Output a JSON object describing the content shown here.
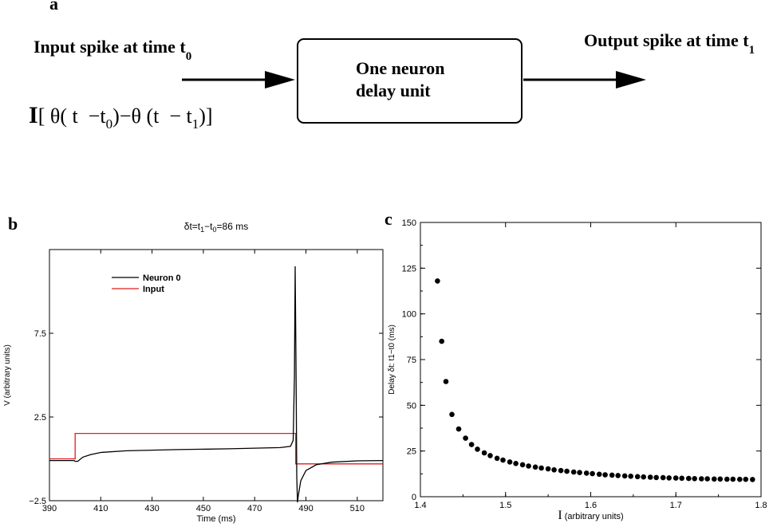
{
  "panel_a": {
    "letter": "a",
    "input_label": "Input spike at time t",
    "input_sub": "0",
    "output_label": "Output spike at time t",
    "output_sub": "1",
    "box_line1": "One neuron",
    "box_line2": "delay unit",
    "formula": {
      "I": "I",
      "open": "[",
      "theta": "θ",
      "p1": "(",
      "t": "t",
      "minus": "−",
      "t0": "t",
      "sub0": "0",
      "p2": ")",
      "mid": "−θ",
      "p3": "(t",
      "minus2": "−",
      "t1": "t",
      "sub1": "1",
      "close": ")]"
    }
  },
  "chart_data": [
    {
      "panel": "b",
      "type": "line",
      "title": "δt=t1−t0=86 ms",
      "xlabel": "Time (ms)",
      "ylabel": "V  (arbitrary units)",
      "xlim": [
        390,
        520
      ],
      "ylim": [
        -2.5,
        12.5
      ],
      "xticks": [
        390,
        410,
        430,
        450,
        470,
        490,
        510
      ],
      "yticks": [
        -2.5,
        2.5,
        7.5
      ],
      "ytick_labels": [
        "−2.5",
        "2.5",
        "7.5"
      ],
      "legend": [
        "Neuron 0",
        "Input"
      ],
      "legend_position": "top-left",
      "series": [
        {
          "name": "Neuron 0",
          "color": "#000000",
          "x": [
            390,
            399.6,
            400,
            401,
            403,
            406,
            410,
            420,
            440,
            460,
            480,
            484,
            485,
            485.5,
            485.8,
            486.1,
            486.4,
            486.7,
            487,
            488,
            490,
            494,
            500,
            510,
            520
          ],
          "y": [
            -0.1,
            -0.1,
            -0.15,
            -0.15,
            0.1,
            0.25,
            0.38,
            0.48,
            0.55,
            0.6,
            0.67,
            0.75,
            1.1,
            5.0,
            11.5,
            6.0,
            -1.0,
            -2.6,
            -2.2,
            -1.3,
            -0.7,
            -0.35,
            -0.2,
            -0.12,
            -0.1
          ]
        },
        {
          "name": "Input",
          "color": "#e21d1d",
          "x": [
            390,
            400,
            400,
            486,
            486,
            520
          ],
          "y": [
            0,
            0,
            1.52,
            1.52,
            -0.3,
            -0.3
          ]
        }
      ]
    },
    {
      "panel": "c",
      "type": "scatter",
      "title": "",
      "xlabel": "I  (arbitrary units)",
      "ylabel": "Delay  δt: t1−t0 (ms)",
      "xlim": [
        1.4,
        1.8
      ],
      "ylim": [
        0,
        150
      ],
      "xticks": [
        1.4,
        1.5,
        1.6,
        1.7,
        1.8
      ],
      "yticks": [
        0,
        25,
        50,
        75,
        100,
        125,
        150
      ],
      "x": [
        1.42,
        1.425,
        1.43,
        1.437,
        1.445,
        1.453,
        1.46,
        1.467,
        1.475,
        1.482,
        1.49,
        1.497,
        1.505,
        1.512,
        1.52,
        1.527,
        1.535,
        1.542,
        1.55,
        1.557,
        1.565,
        1.572,
        1.58,
        1.587,
        1.595,
        1.602,
        1.61,
        1.617,
        1.625,
        1.632,
        1.64,
        1.647,
        1.655,
        1.662,
        1.67,
        1.677,
        1.685,
        1.692,
        1.7,
        1.707,
        1.715,
        1.722,
        1.73,
        1.737,
        1.745,
        1.752,
        1.76,
        1.767,
        1.775,
        1.782,
        1.79
      ],
      "y": [
        118,
        85,
        63,
        45,
        37,
        32,
        28.5,
        26,
        24,
        22.5,
        21,
        20,
        19,
        18.2,
        17.5,
        16.8,
        16.2,
        15.7,
        15.2,
        14.7,
        14.3,
        13.9,
        13.5,
        13.2,
        12.9,
        12.6,
        12.3,
        12.0,
        11.8,
        11.6,
        11.4,
        11.2,
        11.0,
        10.8,
        10.7,
        10.5,
        10.4,
        10.3,
        10.2,
        10.1,
        10.0,
        9.9,
        9.8,
        9.8,
        9.7,
        9.7,
        9.6,
        9.6,
        9.5,
        9.5,
        9.4
      ]
    }
  ],
  "panel_b_letter": "b",
  "panel_c_letter": "c"
}
